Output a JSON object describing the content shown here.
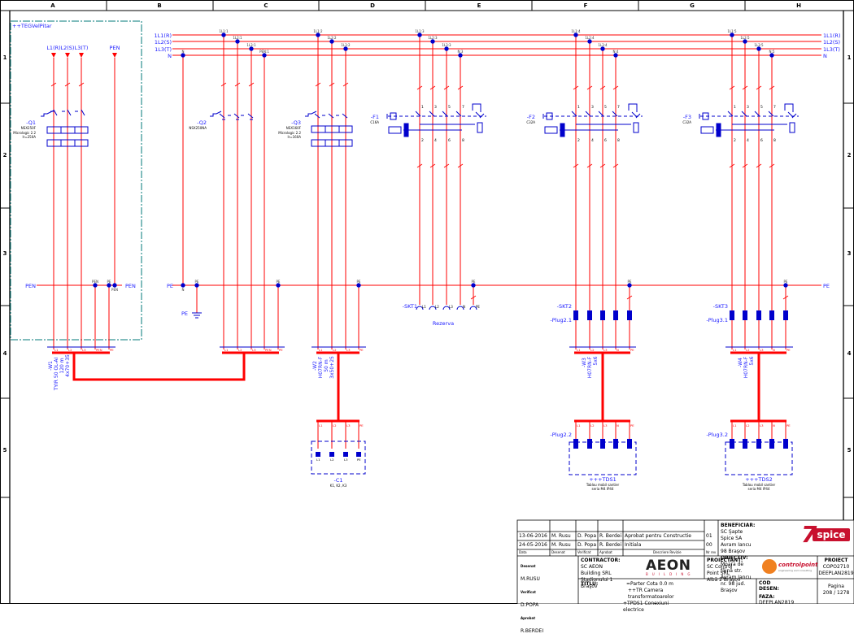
{
  "frame": {
    "columns": [
      "A",
      "B",
      "C",
      "D",
      "E",
      "F",
      "G",
      "H"
    ],
    "rows": [
      "1",
      "2",
      "3",
      "4",
      "5"
    ]
  },
  "enclosure": {
    "label": "++TEGVelPitar"
  },
  "incoming": {
    "phases": [
      "L1(R)",
      "L2(S)",
      "L3(T)"
    ],
    "pen": "PEN",
    "pen_bus_left": "PEN",
    "pen_bus_right": "PEN",
    "pen_node_labels": [
      "PEN",
      "PE"
    ],
    "pen_node_sub": "PEN"
  },
  "busbars": {
    "labels_left": [
      "1L1(R)",
      "1L2(S)",
      "1L3(T)",
      "N"
    ],
    "labels_right": [
      "1L1(R)",
      "1L2(S)",
      "1L3(T)",
      "N"
    ],
    "pe_left": "PE",
    "pe_right": "PE",
    "n_node": "N",
    "pe_ground_label": "PE"
  },
  "taps": {
    "q2": [
      "1L1:1",
      "1L2:1",
      "1L3:1",
      "PEN:1"
    ],
    "q3": [
      "1L1:2",
      "1L2:2",
      "1L3:2"
    ],
    "f1": [
      "1L1:3",
      "1L2:3",
      "1L3:3",
      "N:3"
    ],
    "f2": [
      "1L1:4",
      "1L2:4",
      "1L3:4",
      "N:4"
    ],
    "f3": [
      "1L1:5",
      "1L2:5",
      "1L3:5",
      "N:5"
    ],
    "n_first": "N",
    "pe_node": "PE"
  },
  "devices": {
    "q1": {
      "tag": "-Q1",
      "model": "NSX250F",
      "trip": "Micrologic 2.2",
      "setting": "Ir=250A"
    },
    "q2": {
      "tag": "-Q2",
      "model": "NSX250NA"
    },
    "q3": {
      "tag": "-Q3",
      "model": "NSX160F",
      "trip": "Micrologic 2.2",
      "setting": "Ir=160A"
    },
    "f1": {
      "tag": "-F1",
      "rating": "C16A"
    },
    "f2": {
      "tag": "-F2",
      "rating": "C32A"
    },
    "f3": {
      "tag": "-F3",
      "rating": "C32A"
    },
    "rcd_terminals_top": [
      "1",
      "3",
      "5",
      "7"
    ],
    "rcd_terminals_bottom": [
      "2",
      "4",
      "6",
      "8"
    ]
  },
  "sockets": {
    "skt1": {
      "tag": "-SKT1",
      "note": "Rezerva"
    },
    "skt2": {
      "tag": "-SKT2",
      "plug": "-Plug2.1"
    },
    "skt3": {
      "tag": "-SKT3",
      "plug": "-Plug3.1"
    },
    "pins4": [
      "L1",
      "L2",
      "L3",
      "N",
      "PE"
    ]
  },
  "cables": {
    "w1": {
      "tag": "-W1",
      "type": "TYIR 50 OL-AI",
      "length": "120 m",
      "section": "4x70+35"
    },
    "w2": {
      "tag": "-W2",
      "type": "H07RN-F",
      "length": "50 m",
      "section": "3x50+25"
    },
    "w3": {
      "tag": "-W3",
      "type": "H07RN-F",
      "section": "5x6"
    },
    "w4": {
      "tag": "-W4",
      "type": "H07RN-F",
      "section": "5x6"
    },
    "cores5": [
      "L1",
      "L2",
      "L3",
      "PEN",
      "PE"
    ],
    "cores4": [
      "L1",
      "L2",
      "L3",
      "PE"
    ],
    "cores5n": [
      "L1",
      "L2",
      "L3",
      "N",
      "PE"
    ]
  },
  "loads": {
    "c1": {
      "tag": "-C1",
      "desc": "K1, K2, K3",
      "pins": [
        "L1",
        "L2",
        "L3",
        "PE"
      ]
    },
    "tds1": {
      "tag": "+++TDS1",
      "plug": "-Plug2.2",
      "desc1": "Tablou mobil santier",
      "desc2": "seria M4 IP44"
    },
    "tds2": {
      "tag": "+++TDS2",
      "plug": "-Plug3.2",
      "desc1": "Tablou mobil santier",
      "desc2": "seria M4 IP44"
    }
  },
  "title_block": {
    "revisions": [
      {
        "date": "13-06-2016",
        "drawn": "M. Rusu",
        "checked": "D. Popa",
        "approved": "R. Berdei",
        "desc": "Aprobat pentru Constructie",
        "nr": "01"
      },
      {
        "date": "24-05-2016",
        "drawn": "M. Rusu",
        "checked": "D. Popa",
        "approved": "R. Berdei",
        "desc": "Initiala",
        "nr": "00"
      }
    ],
    "rev_headers": [
      "Data",
      "Desenat",
      "Verificat",
      "Aprobat",
      "Descriere Revizie",
      "Nr rev"
    ],
    "beneficiar_label": "BENEFICIAR:",
    "beneficiar_name": "SC Şapte Spice SA",
    "beneficiar_addr": "Avram Iancu 98 Braşov",
    "obiectiv_label": "OBIECTIV:",
    "obiectiv_text": "Moara de făină str. Avram Iancu nr. 98 jud. Braşov",
    "client_logo_num": "7",
    "client_logo_text": "spice",
    "desenat_label": "Desenat",
    "desenat": "M.RUSU",
    "verificat_label": "Verificat",
    "verificat": "D.POPA",
    "aprobat_label": "Aprobat",
    "aprobat": "R.BERDEI",
    "contractor_label": "CONTRACTOR:",
    "contractor_name": "SC AEON Building SRL",
    "contractor_addr": "Stadionului 1 Braşov",
    "contractor_logo": "AEON",
    "contractor_logo_sub": "BUILDING",
    "proiectant_label": "PROIECTANT:",
    "proiectant_name": "SC Control Point SRL",
    "proiectant_addr": "Albă 2 Braşov",
    "proiectant_logo": "controlpoint",
    "proiectant_logo_sub": "engineering and consulting",
    "proiect_label": "PROIECT",
    "proiect_code1": "COPO2710",
    "proiect_code2": "DEEPLAN2819",
    "titlu_label": "TITLU:",
    "titlu_lines": [
      "=Parter Cota 0.0 m",
      "++TR Camera transformatoarelor",
      "+TPDS1 Conexiuni electrice"
    ],
    "cod_desen_label": "COD DESEN:",
    "faza_label": "FAZA:",
    "faza": "DEEPLAN2819",
    "pagina_label": "Pagina",
    "pagina": "208 / 1278"
  },
  "colors": {
    "wire": "#ff0000",
    "symbol": "#0000cc",
    "enclosure": "#007a78",
    "label": "#1a1aff"
  }
}
